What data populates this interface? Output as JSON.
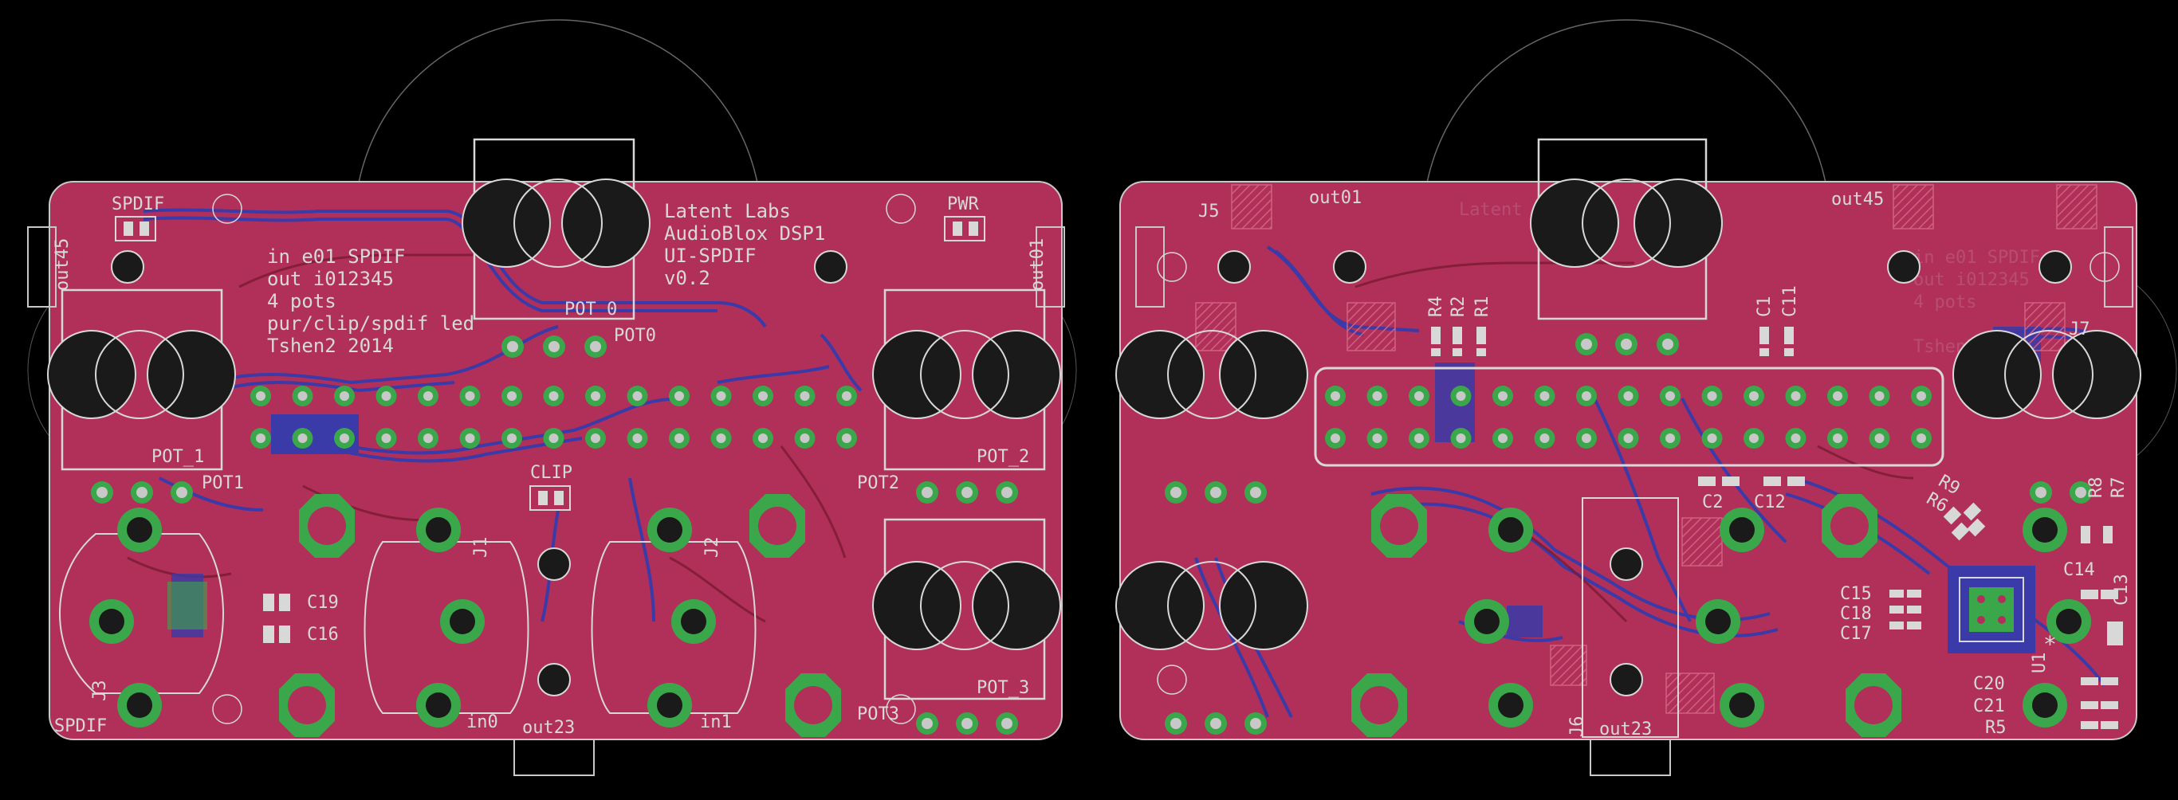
{
  "colors": {
    "background": "#000000",
    "board": "#b0305a",
    "copper_bottom": "#3a3aa8",
    "pad": "#3aa84a",
    "hole": "#c8c8c8",
    "silkscreen": "#d8d8d8",
    "outline": "#b040b0"
  },
  "left_board": {
    "info_lines": [
      "in e01 SPDIF",
      "out i012345",
      "4 pots",
      "pur/clip/spdif led",
      "Tshen2 2014"
    ],
    "title_lines": [
      "Latent Labs",
      "AudioBlox DSP1",
      "UI-SPDIF",
      "v0.2"
    ],
    "labels": {
      "spdif_top": "SPDIF",
      "pwr": "PWR",
      "out45": "out45",
      "out01": "out01",
      "pot_0": "POT_0",
      "pot0": "POT0",
      "pot_1": "POT_1",
      "pot1": "POT1",
      "pot_2": "POT_2",
      "pot2": "POT2",
      "pot_3": "POT_3",
      "pot3": "POT3",
      "clip": "CLIP",
      "c19": "C19",
      "c16": "C16",
      "j3": "J3",
      "j1": "J1",
      "j2": "J2",
      "in0": "in0",
      "in1": "in1",
      "out23": "out23",
      "spdif_bottom": "SPDIF"
    }
  },
  "right_board": {
    "labels": {
      "j5": "J5",
      "out01": "out01",
      "out45": "out45",
      "r4": "R4",
      "r2": "R2",
      "r1": "R1",
      "c1": "C1",
      "c11": "C11",
      "j7": "J7",
      "c2": "C2",
      "c12": "C12",
      "r9": "R9",
      "r6": "R6",
      "r8": "R8",
      "r7": "R7",
      "c14": "C14",
      "c13": "C13",
      "c15": "C15",
      "c18": "C18",
      "c17": "C17",
      "c20": "C20",
      "c21": "C21",
      "r5": "R5",
      "u1": "U1",
      "j6": "J6",
      "out23": "out23"
    }
  }
}
